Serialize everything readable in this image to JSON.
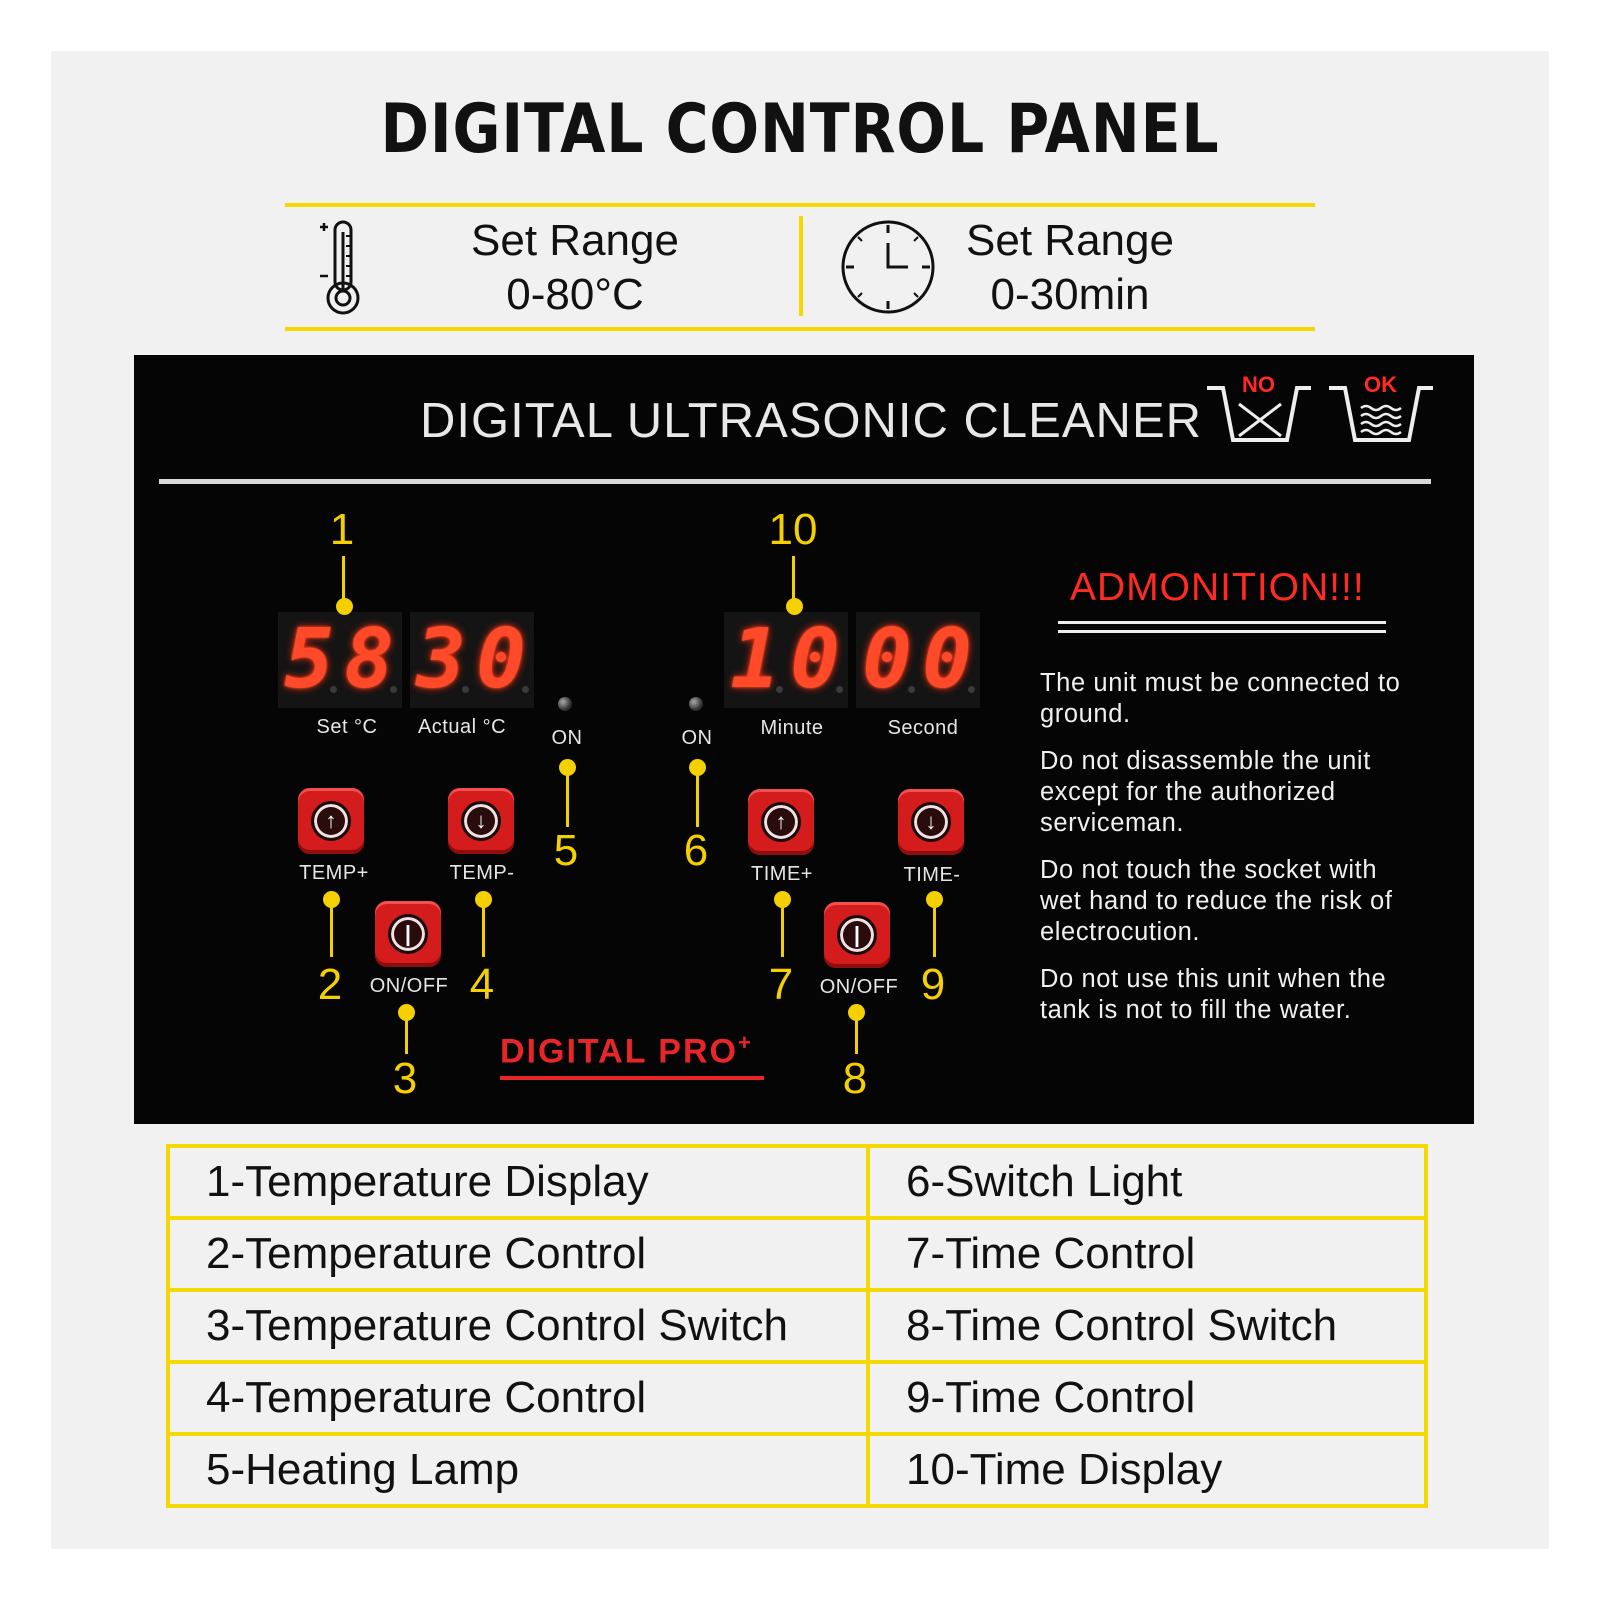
{
  "title": "DIGITAL CONTROL PANEL",
  "ranges": {
    "temp": {
      "label": "Set Range",
      "value": "0-80°C",
      "icon": "thermometer-icon"
    },
    "time": {
      "label": "Set Range",
      "value": "0-30min",
      "icon": "clock-icon"
    }
  },
  "panel": {
    "brand": "DIGITAL ULTRASONIC CLEANER",
    "care": {
      "no": "NO",
      "ok": "OK"
    },
    "temp_display": {
      "set": {
        "d1": "5",
        "d2": "8"
      },
      "actual": {
        "d1": "3",
        "d2": "0"
      },
      "set_label": "Set °C",
      "actual_label": "Actual °C"
    },
    "time_display": {
      "minute": {
        "d1": "1",
        "d2": "0"
      },
      "second": {
        "d1": "0",
        "d2": "0"
      },
      "minute_label": "Minute",
      "second_label": "Second"
    },
    "on_left": "ON",
    "on_right": "ON",
    "buttons": {
      "temp_plus": "TEMP+",
      "temp_minus": "TEMP-",
      "on_off_left": "ON/OFF",
      "time_plus": "TIME+",
      "time_minus": "TIME-",
      "on_off_right": "ON/OFF"
    },
    "callouts": {
      "n1": "1",
      "n2": "2",
      "n3": "3",
      "n4": "4",
      "n5": "5",
      "n6": "6",
      "n7": "7",
      "n8": "8",
      "n9": "9",
      "n10": "10"
    },
    "logo": "DIGITAL PRO",
    "logo_sup": "+",
    "admonition": {
      "title": "ADMONITION!!!",
      "p1": "The unit must be connected to ground.",
      "p2": "Do not disassemble the unit except for  the authorized serviceman.",
      "p3": "Do not touch the socket with wet hand to reduce the risk of electrocution.",
      "p4": "Do not use this unit when the tank is not to fill the water."
    }
  },
  "legend": [
    [
      "1-Temperature Display",
      "6-Switch Light"
    ],
    [
      "2-Temperature Control",
      "7-Time Control"
    ],
    [
      "3-Temperature Control Switch",
      "8-Time Control Switch"
    ],
    [
      "4-Temperature Control",
      "9-Time Control"
    ],
    [
      "5-Heating Lamp",
      "10-Time Display"
    ]
  ],
  "colors": {
    "accent_yellow": "#f5d800",
    "panel_black": "#050505",
    "button_red": "#d41c1c",
    "segment_red": "#ff4a2a",
    "admonition_red": "#ff2a22"
  }
}
